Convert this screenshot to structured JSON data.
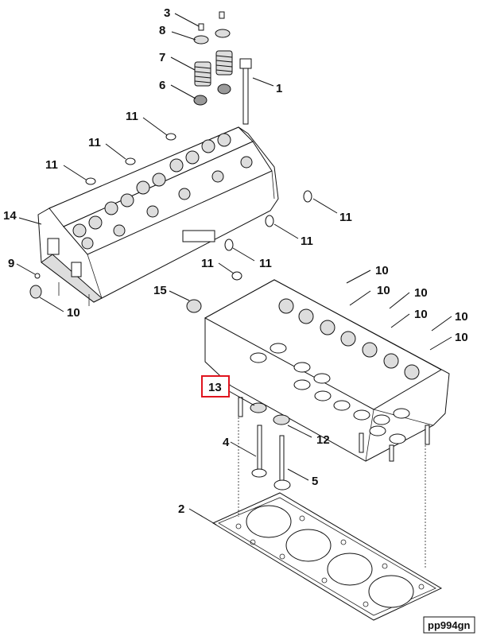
{
  "diagram": {
    "reference_code": "pp994gn",
    "highlighted_callout": "13",
    "highlight_color": "#e0141e",
    "callouts": {
      "c1": "1",
      "c2": "2",
      "c3": "3",
      "c4": "4",
      "c5": "5",
      "c6": "6",
      "c7": "7",
      "c8": "8",
      "c9": "9",
      "c10": "10",
      "c11": "11",
      "c12": "12",
      "c13": "13",
      "c14": "14",
      "c15": "15"
    }
  }
}
